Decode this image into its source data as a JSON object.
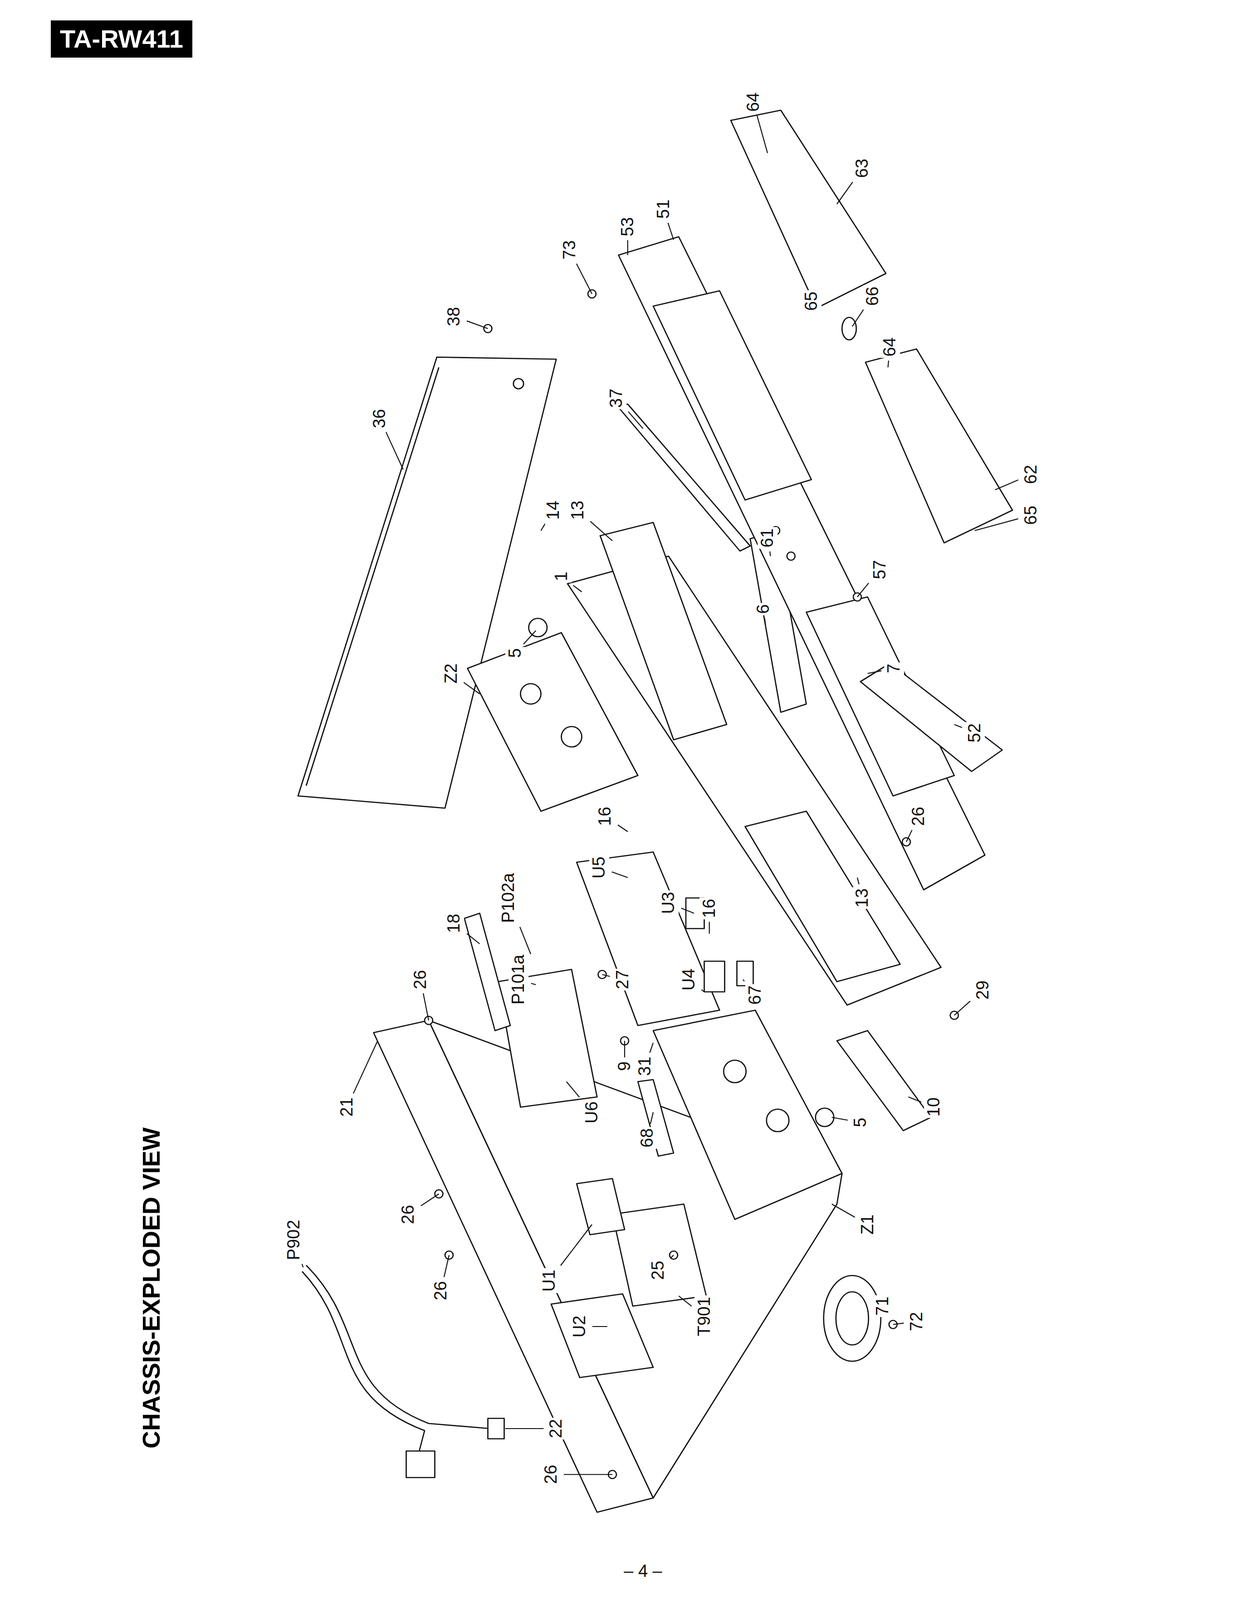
{
  "diagram": {
    "title": "CHASSIS-EXPLODED VIEW",
    "nodes": [
      {
        "text": [
          "TA-RW411"
        ]
      }
    ],
    "labels": [
      "64",
      "63",
      "51",
      "53",
      "73",
      "65",
      "66",
      "64",
      "38",
      "36",
      "37",
      "62",
      "65",
      "57",
      "14",
      "13",
      "5",
      "1",
      "61",
      "6",
      "Z2",
      "7",
      "52",
      "16",
      "26",
      "U5",
      "13",
      "P102a",
      "U3",
      "16",
      "18",
      "26",
      "P101a",
      "27",
      "U4",
      "67",
      "29",
      "9",
      "31",
      "21",
      "U6",
      "68",
      "5",
      "10",
      "Z1",
      "26",
      "25",
      "U1",
      "26",
      "P902",
      "T901",
      "U2",
      "71",
      "72",
      "22",
      "26",
      "– 4 –"
    ]
  }
}
